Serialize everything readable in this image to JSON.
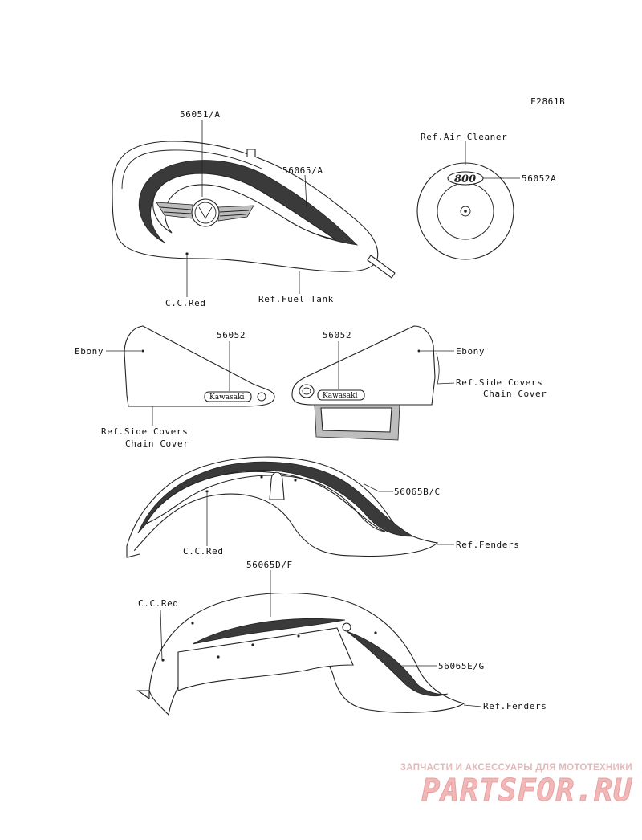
{
  "figure_code": "F2861B",
  "labels": {
    "tank_emblem": "56051/A",
    "tank_stripe": "56065/A",
    "tank_color": "C.C.Red",
    "tank_ref": "Ref.Fuel Tank",
    "air_cleaner_ref": "Ref.Air Cleaner",
    "air_cleaner_decal": "56052A",
    "air_cleaner_badge": "800",
    "left_cover_part": "56052",
    "left_cover_color": "Ebony",
    "left_cover_ref_line1": "Ref.Side Covers",
    "left_cover_ref_line2": "Chain Cover",
    "right_cover_part": "56052",
    "right_cover_color": "Ebony",
    "right_cover_ref_line1": "Ref.Side Covers",
    "right_cover_ref_line2": "Chain Cover",
    "kawasaki_badge": "Kawasaki",
    "front_fender_stripe": "56065B/C",
    "front_fender_color": "C.C.Red",
    "front_fender_ref": "Ref.Fenders",
    "rear_fender_stripe_top": "56065D/F",
    "rear_fender_color": "C.C.Red",
    "rear_fender_stripe_side": "56065E/G",
    "rear_fender_ref": "Ref.Fenders"
  },
  "watermark": {
    "tagline": "ЗАПЧАСТИ И АКСЕССУАРЫ ДЛЯ МОТОТЕХНИКИ",
    "logo": "PARTSFOR.RU"
  }
}
